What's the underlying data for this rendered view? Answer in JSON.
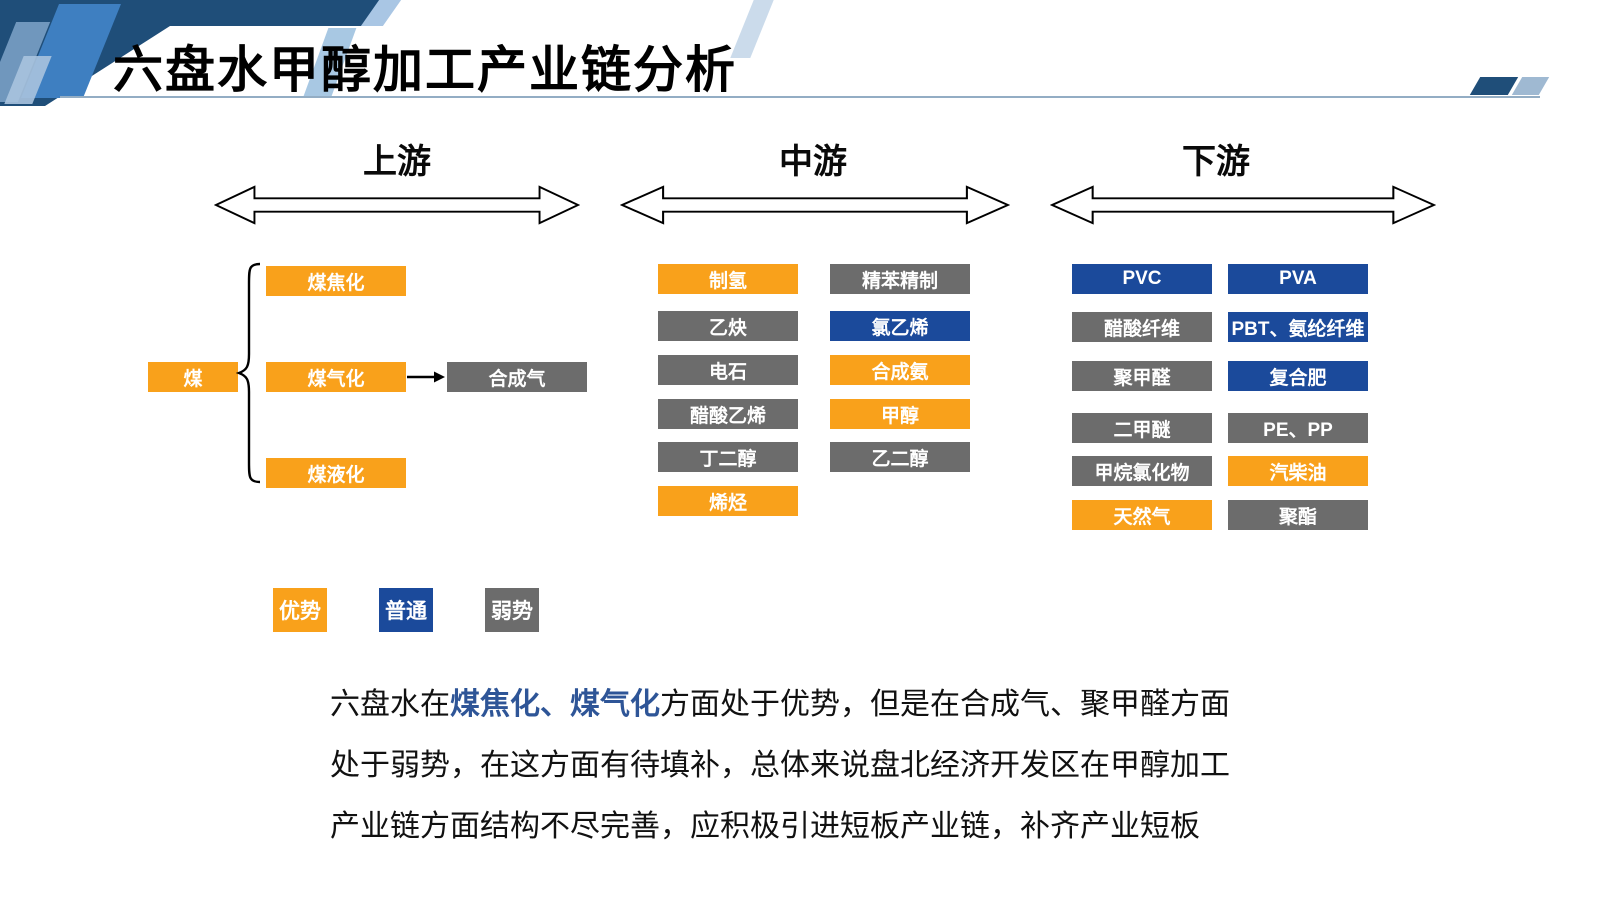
{
  "slide": {
    "title": "六盘水甲醇加工产业链分析"
  },
  "palette": {
    "advantage_orange": "#F9A11B",
    "normal_blue": "#1B4A9B",
    "weak_gray": "#6C6C6C",
    "header_navy": "#1F4E79",
    "highlight_text_blue": "#2E5597"
  },
  "sections": {
    "upstream": {
      "label": "上游"
    },
    "midstream": {
      "label": "中游"
    },
    "downstream": {
      "label": "下游"
    }
  },
  "upstream": {
    "coal": {
      "label": "煤",
      "level": "advantage"
    },
    "branches": [
      {
        "label": "煤焦化",
        "level": "advantage"
      },
      {
        "label": "煤气化",
        "level": "advantage"
      },
      {
        "label": "煤液化",
        "level": "advantage"
      }
    ],
    "syngas": {
      "label": "合成气",
      "level": "weak"
    }
  },
  "midstream": {
    "col1": [
      {
        "label": "制氢",
        "level": "advantage"
      },
      {
        "label": "乙炔",
        "level": "weak"
      },
      {
        "label": "电石",
        "level": "weak"
      },
      {
        "label": "醋酸乙烯",
        "level": "weak"
      },
      {
        "label": "丁二醇",
        "level": "weak"
      },
      {
        "label": "烯烃",
        "level": "advantage"
      }
    ],
    "col2": [
      {
        "label": "精苯精制",
        "level": "weak"
      },
      {
        "label": "氯乙烯",
        "level": "normal"
      },
      {
        "label": "合成氨",
        "level": "advantage"
      },
      {
        "label": "甲醇",
        "level": "advantage"
      },
      {
        "label": "乙二醇",
        "level": "weak"
      }
    ]
  },
  "downstream": {
    "col1": [
      {
        "label": "PVC",
        "level": "normal"
      },
      {
        "label": "醋酸纤维",
        "level": "weak"
      },
      {
        "label": "聚甲醛",
        "level": "weak"
      },
      {
        "label": "二甲醚",
        "level": "weak"
      },
      {
        "label": "甲烷氯化物",
        "level": "weak"
      },
      {
        "label": "天然气",
        "level": "advantage"
      }
    ],
    "col2": [
      {
        "label": "PVA",
        "level": "normal"
      },
      {
        "label": "PBT、氨纶纤维",
        "level": "normal"
      },
      {
        "label": "复合肥",
        "level": "normal"
      },
      {
        "label": "PE、PP",
        "level": "weak"
      },
      {
        "label": "汽柴油",
        "level": "advantage"
      },
      {
        "label": "聚酯",
        "level": "weak"
      }
    ]
  },
  "legend": [
    {
      "label": "优势",
      "level": "advantage"
    },
    {
      "label": "普通",
      "level": "normal"
    },
    {
      "label": "弱势",
      "level": "weak"
    }
  ],
  "summary": {
    "line1_prefix": "六盘水在",
    "line1_highlight": "煤焦化、煤气化",
    "line1_suffix": "方面处于优势，但是在合成气、聚甲醛方面",
    "line2": "处于弱势，在这方面有待填补，总体来说盘北经济开发区在甲醇加工",
    "line3": "产业链方面结构不尽完善，应积极引进短板产业链，补齐产业短板"
  }
}
